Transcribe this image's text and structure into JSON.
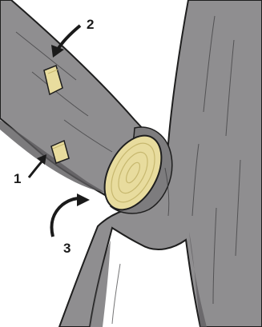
{
  "diagram": {
    "steps": [
      {
        "id": "1",
        "label": "1"
      },
      {
        "id": "2",
        "label": "2"
      },
      {
        "id": "3",
        "label": "3"
      }
    ]
  },
  "colors": {
    "bark": "#8f8e90",
    "bark_light": "#a8a7a9",
    "bark_dark": "#4a4a4c",
    "cut_wood": "#e8dc9e",
    "cut_ring": "#c7b86f",
    "outline": "#1e1e1e"
  }
}
